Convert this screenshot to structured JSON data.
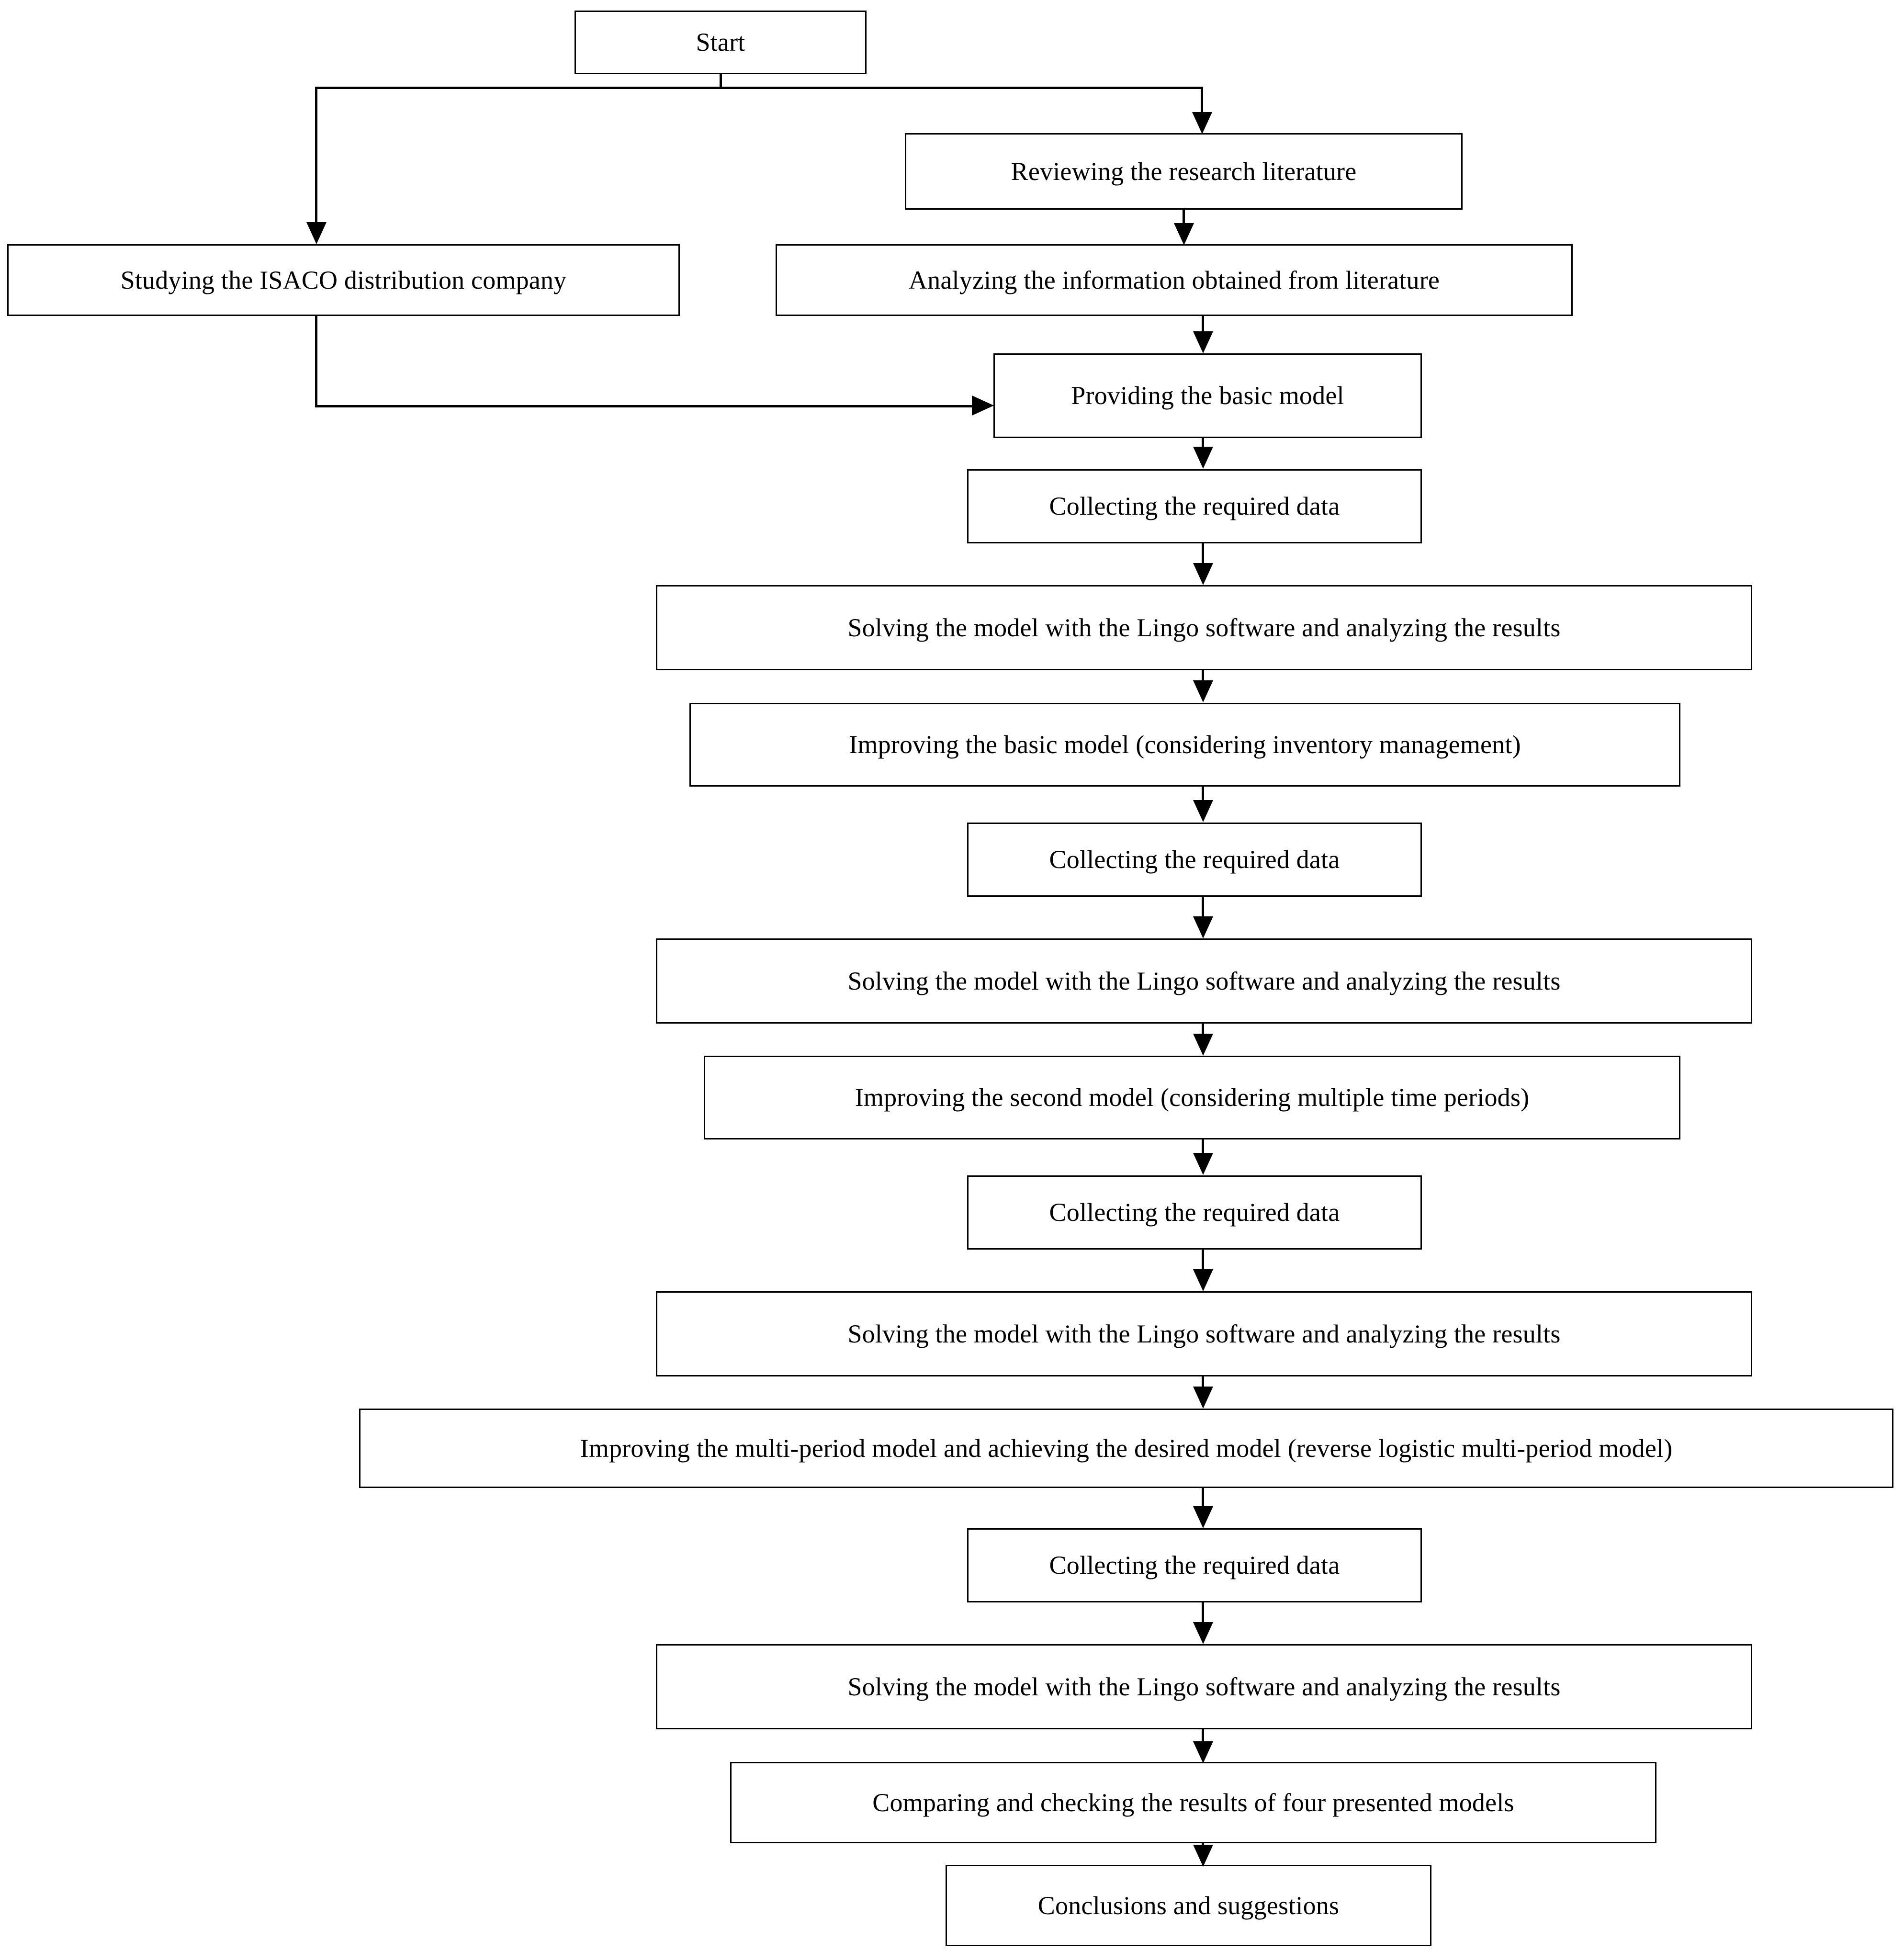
{
  "diagram": {
    "title": "Research methodology flowchart",
    "orientation": "top-to-bottom",
    "stroke_color": "#000000",
    "fill_color": "#ffffff",
    "nodes": [
      {
        "id": "start",
        "label": "Start"
      },
      {
        "id": "review_lit",
        "label": "Reviewing the research literature"
      },
      {
        "id": "study_isaco",
        "label": "Studying the ISACO distribution company"
      },
      {
        "id": "analyze_lit",
        "label": "Analyzing the information obtained from literature"
      },
      {
        "id": "basic_model",
        "label": "Providing the basic model"
      },
      {
        "id": "collect_1",
        "label": "Collecting the required data"
      },
      {
        "id": "solve_1",
        "label": "Solving the model with the Lingo software and analyzing the results"
      },
      {
        "id": "improve_basic",
        "label": "Improving the basic model (considering inventory management)"
      },
      {
        "id": "collect_2",
        "label": "Collecting the required data"
      },
      {
        "id": "solve_2",
        "label": "Solving the model with the Lingo software and analyzing the results"
      },
      {
        "id": "improve_second",
        "label": "Improving the second model (considering multiple time periods)"
      },
      {
        "id": "collect_3",
        "label": "Collecting the required data"
      },
      {
        "id": "solve_3",
        "label": "Solving the model with the Lingo software and analyzing the results"
      },
      {
        "id": "improve_multi",
        "label": "Improving the multi-period model and achieving the desired model (reverse logistic multi-period model)"
      },
      {
        "id": "collect_4",
        "label": "Collecting the required data"
      },
      {
        "id": "solve_4",
        "label": "Solving the model with the Lingo software and analyzing the results"
      },
      {
        "id": "compare_models",
        "label": "Comparing and checking the results of four presented models"
      },
      {
        "id": "conclusions",
        "label": "Conclusions and suggestions"
      }
    ],
    "edges": [
      {
        "from": "start",
        "to": "review_lit",
        "type": "elbow-right-down"
      },
      {
        "from": "start",
        "to": "study_isaco",
        "type": "elbow-left-down"
      },
      {
        "from": "review_lit",
        "to": "analyze_lit",
        "type": "straight-down"
      },
      {
        "from": "analyze_lit",
        "to": "basic_model",
        "type": "straight-down"
      },
      {
        "from": "study_isaco",
        "to": "basic_model",
        "type": "elbow-down-right"
      },
      {
        "from": "basic_model",
        "to": "collect_1",
        "type": "straight-down"
      },
      {
        "from": "collect_1",
        "to": "solve_1",
        "type": "straight-down"
      },
      {
        "from": "solve_1",
        "to": "improve_basic",
        "type": "straight-down"
      },
      {
        "from": "improve_basic",
        "to": "collect_2",
        "type": "straight-down"
      },
      {
        "from": "collect_2",
        "to": "solve_2",
        "type": "straight-down"
      },
      {
        "from": "solve_2",
        "to": "improve_second",
        "type": "straight-down"
      },
      {
        "from": "improve_second",
        "to": "collect_3",
        "type": "straight-down"
      },
      {
        "from": "collect_3",
        "to": "solve_3",
        "type": "straight-down"
      },
      {
        "from": "solve_3",
        "to": "improve_multi",
        "type": "straight-down"
      },
      {
        "from": "improve_multi",
        "to": "collect_4",
        "type": "straight-down"
      },
      {
        "from": "collect_4",
        "to": "solve_4",
        "type": "straight-down"
      },
      {
        "from": "solve_4",
        "to": "compare_models",
        "type": "straight-down"
      },
      {
        "from": "compare_models",
        "to": "conclusions",
        "type": "straight-down"
      }
    ]
  }
}
